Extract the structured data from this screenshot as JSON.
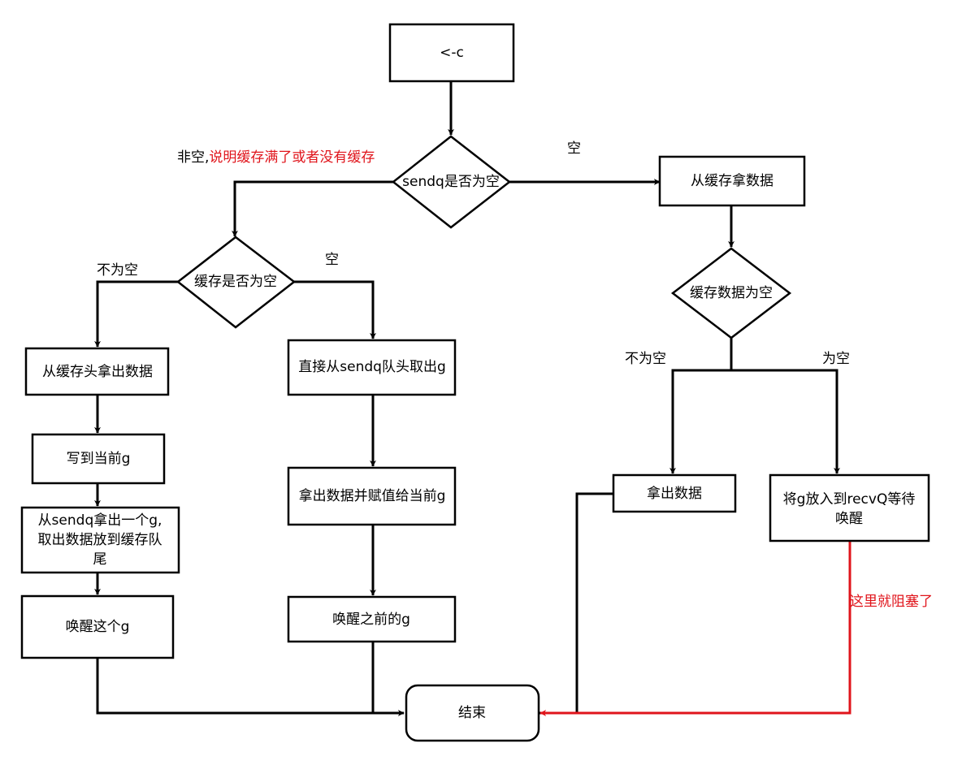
{
  "colors": {
    "line": "#000000",
    "highlight": "#e0141b",
    "background": "#ffffff"
  },
  "nodes": {
    "start": "<-c",
    "sendq_empty": "sendq是否为空",
    "take_from_buffer": "从缓存拿数据",
    "buffer_empty": "缓存是否为空",
    "buffer_data_empty": "缓存数据为空",
    "take_from_buffer_head": "从缓存头拿出数据",
    "direct_from_sendq": "直接从sendq队头取出g",
    "write_current_g": "写到当前g",
    "take_g_line1": "从sendq拿出一个g,",
    "take_g_line2": "取出数据放到缓存队",
    "take_g_line3": "尾",
    "take_assign": "拿出数据并赋值给当前g",
    "wake_this_g": "唤醒这个g",
    "wake_prev_g": "唤醒之前的g",
    "take_data": "拿出数据",
    "park_line1": "将g放入到recvQ等待",
    "park_line2": "唤醒",
    "end": "结束"
  },
  "labels": {
    "not_empty_prefix": "非空,",
    "not_empty_reason": "说明缓存满了或者没有缓存",
    "empty_top": "空",
    "not_empty_left": "不为空",
    "empty_mid": "空",
    "not_empty_right": "不为空",
    "is_empty_right": "为空",
    "blocked_here": "这里就阻塞了"
  }
}
